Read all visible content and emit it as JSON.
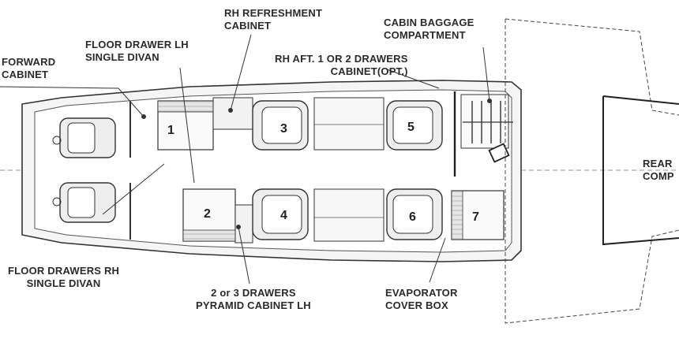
{
  "labels": {
    "forward_cabinet": [
      "FORWARD",
      "CABINET"
    ],
    "floor_drawer_lh": [
      "FLOOR DRAWER LH",
      "SINGLE DIVAN"
    ],
    "rh_refreshment": [
      "RH REFRESHMENT",
      "CABINET"
    ],
    "cabin_baggage": [
      "CABIN BAGGAGE",
      "COMPARTMENT"
    ],
    "rh_aft": [
      "RH AFT. 1 OR 2 DRAWERS",
      "CABINET(OPT.)"
    ],
    "floor_drawers_rh": [
      "FLOOR DRAWERS RH",
      "SINGLE DIVAN"
    ],
    "pyramid_cabinet": [
      "2 or 3 DRAWERS",
      "PYRAMID  CABINET LH"
    ],
    "evaporator": [
      "EVAPORATOR",
      "COVER BOX"
    ],
    "rear": [
      "REAR",
      "COMP"
    ]
  },
  "numbers": [
    "1",
    "2",
    "3",
    "4",
    "5",
    "6",
    "7"
  ],
  "colors": {
    "ink": "#2a2a2a",
    "line": "#333333",
    "fill": "#f2f2f2",
    "fill_dark": "#dcdcdc"
  }
}
